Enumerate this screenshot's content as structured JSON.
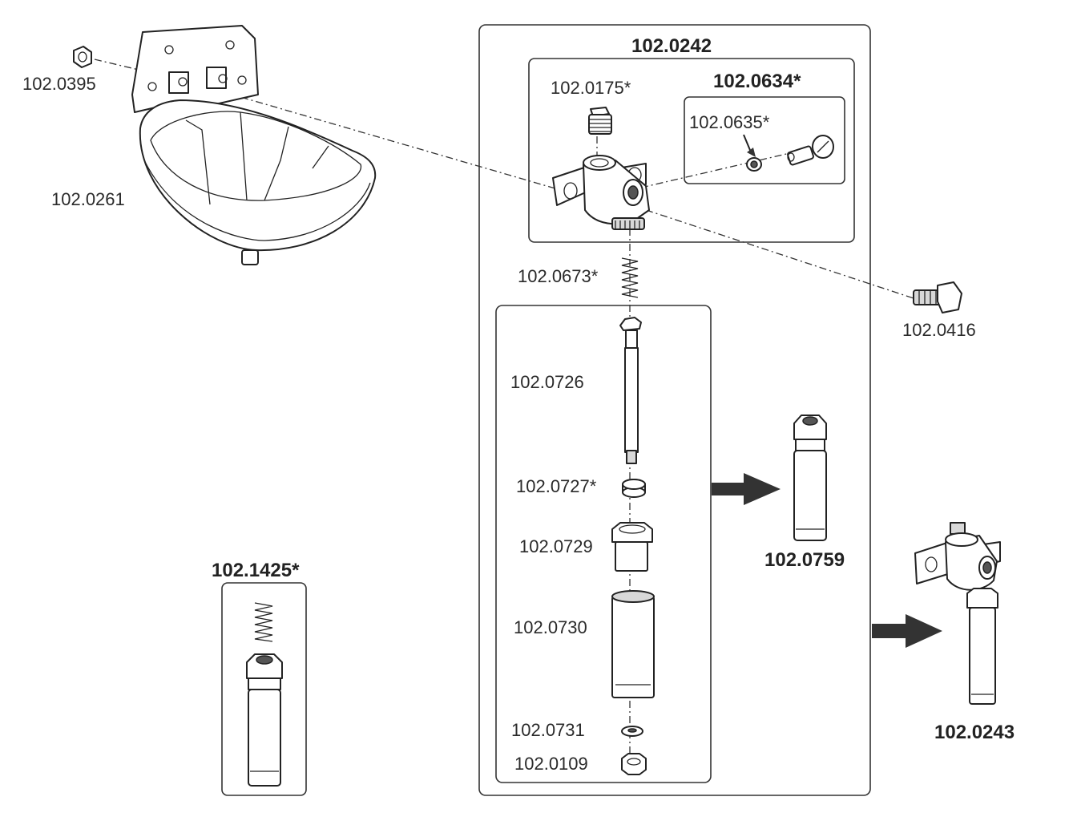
{
  "labels": {
    "p0395": "102.0395",
    "p0261": "102.0261",
    "p0242": "102.0242",
    "p0175": "102.0175*",
    "p0634": "102.0634*",
    "p0635": "102.0635*",
    "p0673": "102.0673*",
    "p0416": "102.0416",
    "p0726": "102.0726",
    "p0727": "102.0727*",
    "p0729": "102.0729",
    "p0730": "102.0730",
    "p0731": "102.0731",
    "p0109": "102.0109",
    "p0759": "102.0759",
    "p0243": "102.0243",
    "p1425": "102.1425*"
  },
  "colors": {
    "line": "#222222",
    "arrow": "#333333",
    "shade": "#d8d8d8"
  }
}
